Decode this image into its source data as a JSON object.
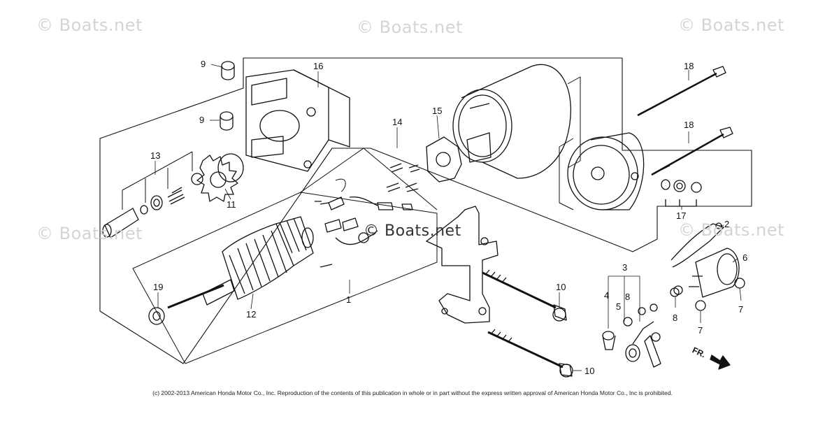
{
  "watermarks": [
    "© Boats.net",
    "© Boats.net",
    "© Boats.net",
    "© Boats.net",
    "© Boats.net",
    "© Boats.net"
  ],
  "center_watermark": "© Boats.net",
  "callouts": {
    "c1": "1",
    "c2": "2",
    "c3": "3",
    "c4": "4",
    "c5": "5",
    "c6": "6",
    "c7a": "7",
    "c7b": "7",
    "c8a": "8",
    "c8b": "8",
    "c9a": "9",
    "c9b": "9",
    "c10a": "10",
    "c10b": "10",
    "c11": "11",
    "c12": "12",
    "c13": "13",
    "c14": "14",
    "c15": "15",
    "c16": "16",
    "c17": "17",
    "c18a": "18",
    "c18b": "18",
    "c19": "19"
  },
  "direction_label": "FR.",
  "copyright": "(c) 2002-2013 American Honda Motor Co., Inc. Reproduction of the contents of this publication in whole or in part without the express written approval of American Honda Motor Co., Inc is prohibited."
}
